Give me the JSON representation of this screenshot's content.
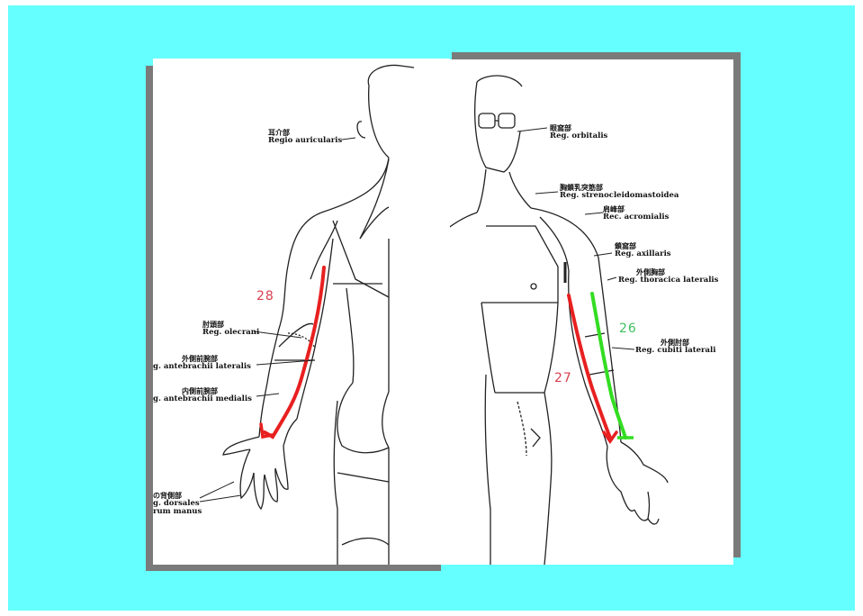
{
  "colors": {
    "background": "#66ffff",
    "card_shadow": "#7a7a7a",
    "meridian_red": "#e82020",
    "meridian_green": "#33dd22",
    "number_red": "#d84050",
    "number_green": "#40c060"
  },
  "left_figure": {
    "markers": {
      "n28": "28"
    },
    "labels": {
      "auricularis_cn": "耳介部",
      "auricularis_la": "Regio auricularis",
      "olecrani_cn": "肘頭部",
      "olecrani_la": "Reg. olecrani",
      "antebrachii_lateralis_cn": "外側前腕部",
      "antebrachii_lateralis_la": "g. antebrachii lateralis",
      "antebrachii_medialis_cn": "内側前腕部",
      "antebrachii_medialis_la": "g. antebrachii medialis",
      "dorsales_cn": "の背側部",
      "dorsales_la1": "g. dorsales",
      "dorsales_la2": "rum manus"
    }
  },
  "right_figure": {
    "markers": {
      "n26": "26",
      "n27": "27"
    },
    "labels": {
      "orbitalis_cn": "眼窩部",
      "orbitalis_la": "Reg. orbitalis",
      "scm_cn": "胸鎖乳突筋部",
      "scm_la": "Reg. strenocleidomastoidea",
      "acromialis_cn": "肩峰部",
      "acromialis_la": "Rec. acromialis",
      "axillaris_cn": "鎖窩部",
      "axillaris_la": "Reg. axillaris",
      "thoracica_cn": "外側胸部",
      "thoracica_la": "Reg. thoracica lateralis",
      "cubiti_cn": "外側肘部",
      "cubiti_la": "Reg. cubiti laterali"
    }
  }
}
